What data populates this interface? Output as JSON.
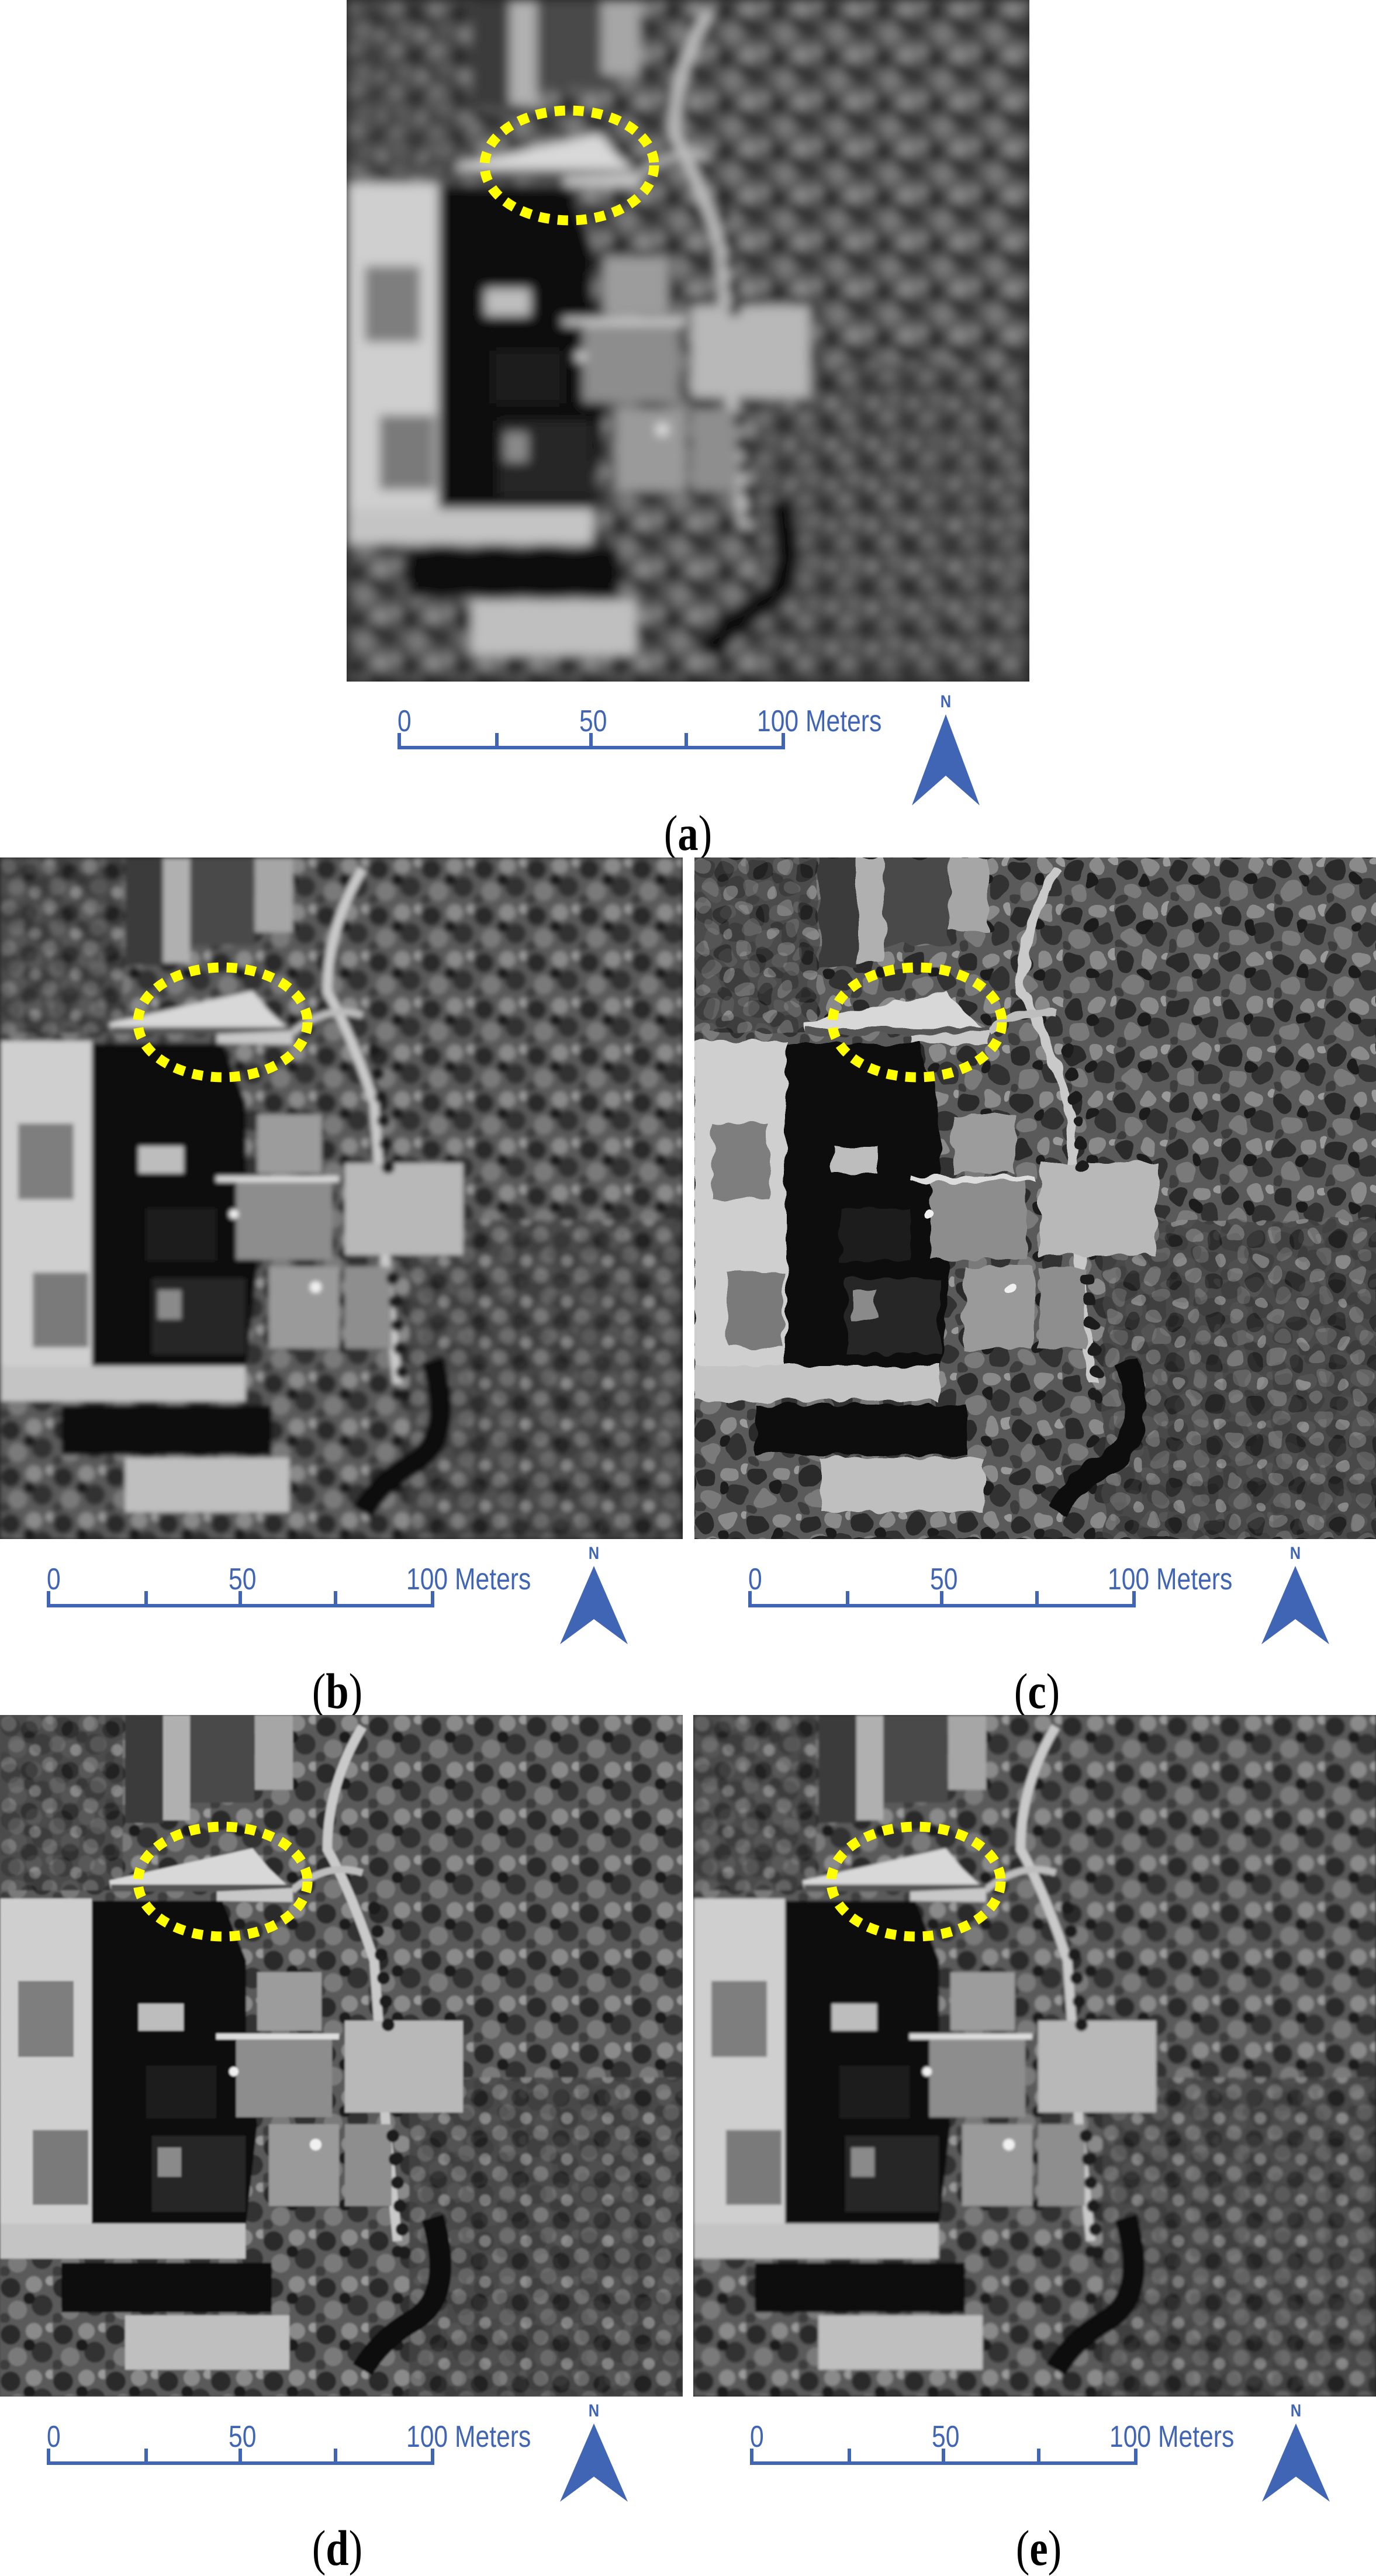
{
  "figure": {
    "description": "Comparison of five grayscale aerial image reconstructions of the same campus scene, each with a yellow dashed ellipse highlighting a building roof and its shadow",
    "highlight_color": "#FFFF00",
    "annotation_color": "#4165B5"
  },
  "panels": [
    {
      "id": "a",
      "caption_letter": "a",
      "caption_open": "(",
      "caption_close": ")",
      "style": "blurred"
    },
    {
      "id": "b",
      "caption_letter": "b",
      "caption_open": "(",
      "caption_close": ")",
      "style": "smoothed"
    },
    {
      "id": "c",
      "caption_letter": "c",
      "caption_open": "(",
      "caption_close": ")",
      "style": "mosaic"
    },
    {
      "id": "d",
      "caption_letter": "d",
      "caption_open": "(",
      "caption_close": ")",
      "style": "noisy-sharp"
    },
    {
      "id": "e",
      "caption_letter": "e",
      "caption_open": "(",
      "caption_close": ")",
      "style": "clean-sharp"
    }
  ],
  "scale_bar": {
    "labels": [
      "0",
      "50",
      "100 Meters"
    ],
    "ticks": [
      0,
      25,
      50,
      75,
      100
    ],
    "unit": "Meters"
  },
  "north_arrow": {
    "label": "N",
    "icon": "north-arrow-icon"
  }
}
